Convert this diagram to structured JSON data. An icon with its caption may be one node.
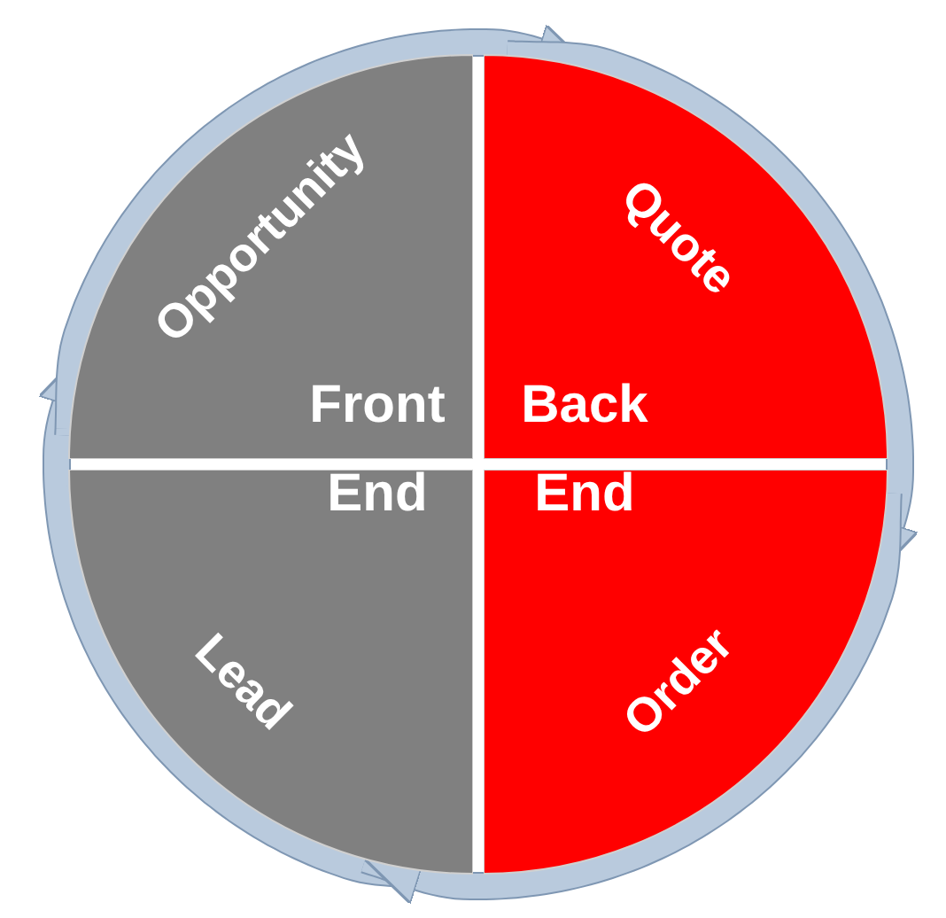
{
  "diagram": {
    "nodes": [
      {
        "text": [
          "Opportunity"
        ]
      },
      {
        "text": [
          "Quote"
        ]
      },
      {
        "text": [
          "Order"
        ]
      },
      {
        "text": [
          "Lead"
        ]
      }
    ],
    "edges": [
      {
        "from": 3,
        "to": 0,
        "arrow": "to"
      },
      {
        "from": 0,
        "to": 1,
        "arrow": "to"
      },
      {
        "from": 1,
        "to": 2,
        "arrow": "to"
      },
      {
        "from": 2,
        "to": 3,
        "arrow": "to"
      }
    ],
    "labels": [
      "Front End",
      "Back End"
    ]
  }
}
